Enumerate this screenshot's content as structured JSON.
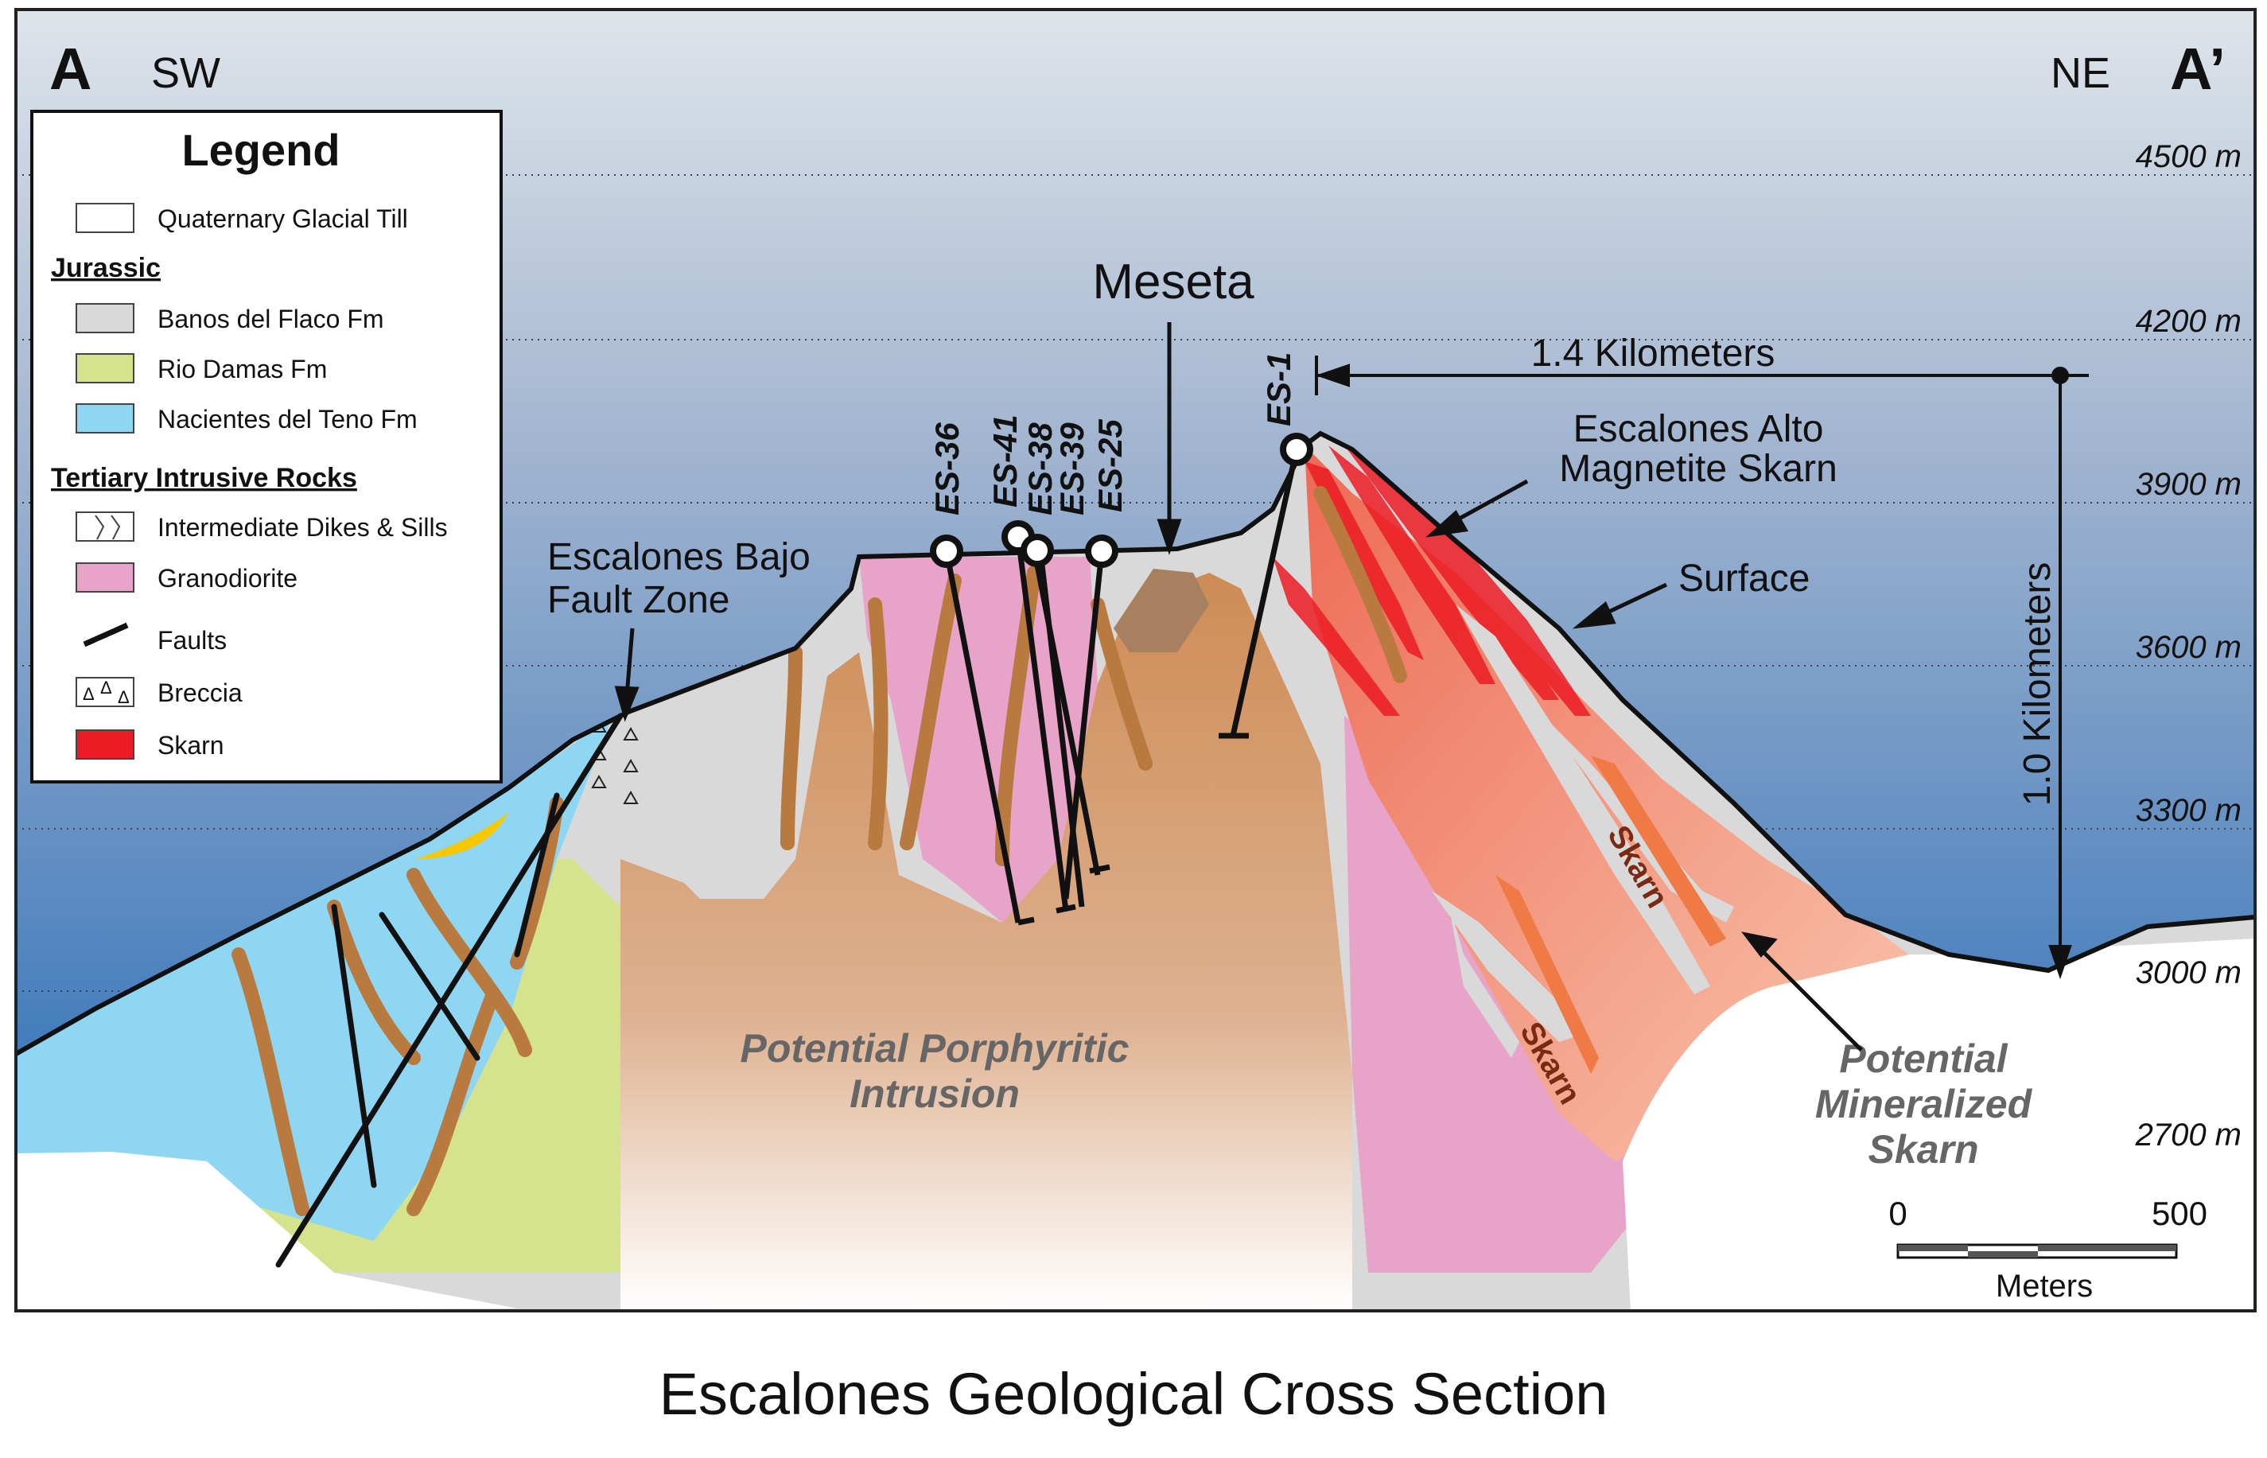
{
  "caption": "Escalones Geological Cross Section",
  "section": {
    "start_letter": "A",
    "start_direction": "SW",
    "end_direction": "NE",
    "end_letter": "A’"
  },
  "elevations": [
    "4500 m",
    "4200 m",
    "3900 m",
    "3600 m",
    "3300 m",
    "3000 m",
    "2700 m"
  ],
  "legend": {
    "title": "Legend",
    "till": "Quaternary Glacial Till",
    "jurassic_heading": "Jurassic",
    "banos": "Banos del Flaco Fm",
    "rio_damas": "Rio Damas Fm",
    "nacientes": "Nacientes del Teno Fm",
    "tertiary_heading": "Tertiary Intrusive Rocks",
    "dikes": "Intermediate Dikes & Sills",
    "granodiorite": "Granodiorite",
    "faults": "Faults",
    "breccia": "Breccia",
    "skarn": "Skarn",
    "breccia_symbol": "Δ"
  },
  "colors": {
    "till": "#ffffff",
    "banos": "#d9d9d9",
    "rio_damas": "#d4e38c",
    "nacientes": "#8fd6f3",
    "dikes": "#b87a3e",
    "granodiorite": "#e8a3c8",
    "skarn": "#ec1c24",
    "sky_top": "#dfe4ea",
    "sky_bottom": "#1a64b4",
    "porphyry": "#cd8c55"
  },
  "labels": {
    "meseta": "Meseta",
    "fault_zone_line1": "Escalones Bajo",
    "fault_zone_line2": "Fault Zone",
    "alto_line1": "Escalones Alto",
    "alto_line2": "Magnetite Skarn",
    "surface": "Surface",
    "porphyry_line1": "Potential Porphyritic",
    "porphyry_line2": "Intrusion",
    "mineralized_line1": "Potential",
    "mineralized_line2": "Mineralized",
    "mineralized_line3": "Skarn",
    "skarn_upper": "Skarn",
    "skarn_lower": "Skarn",
    "horizontal_scale": "1.4 Kilometers",
    "vertical_scale": "1.0 Kilometers"
  },
  "drillholes": [
    "ES-36",
    "ES-41",
    "ES-38",
    "ES-39",
    "ES-25",
    "ES-1"
  ],
  "scale_bar": {
    "start": "0",
    "end": "500",
    "unit": "Meters"
  }
}
